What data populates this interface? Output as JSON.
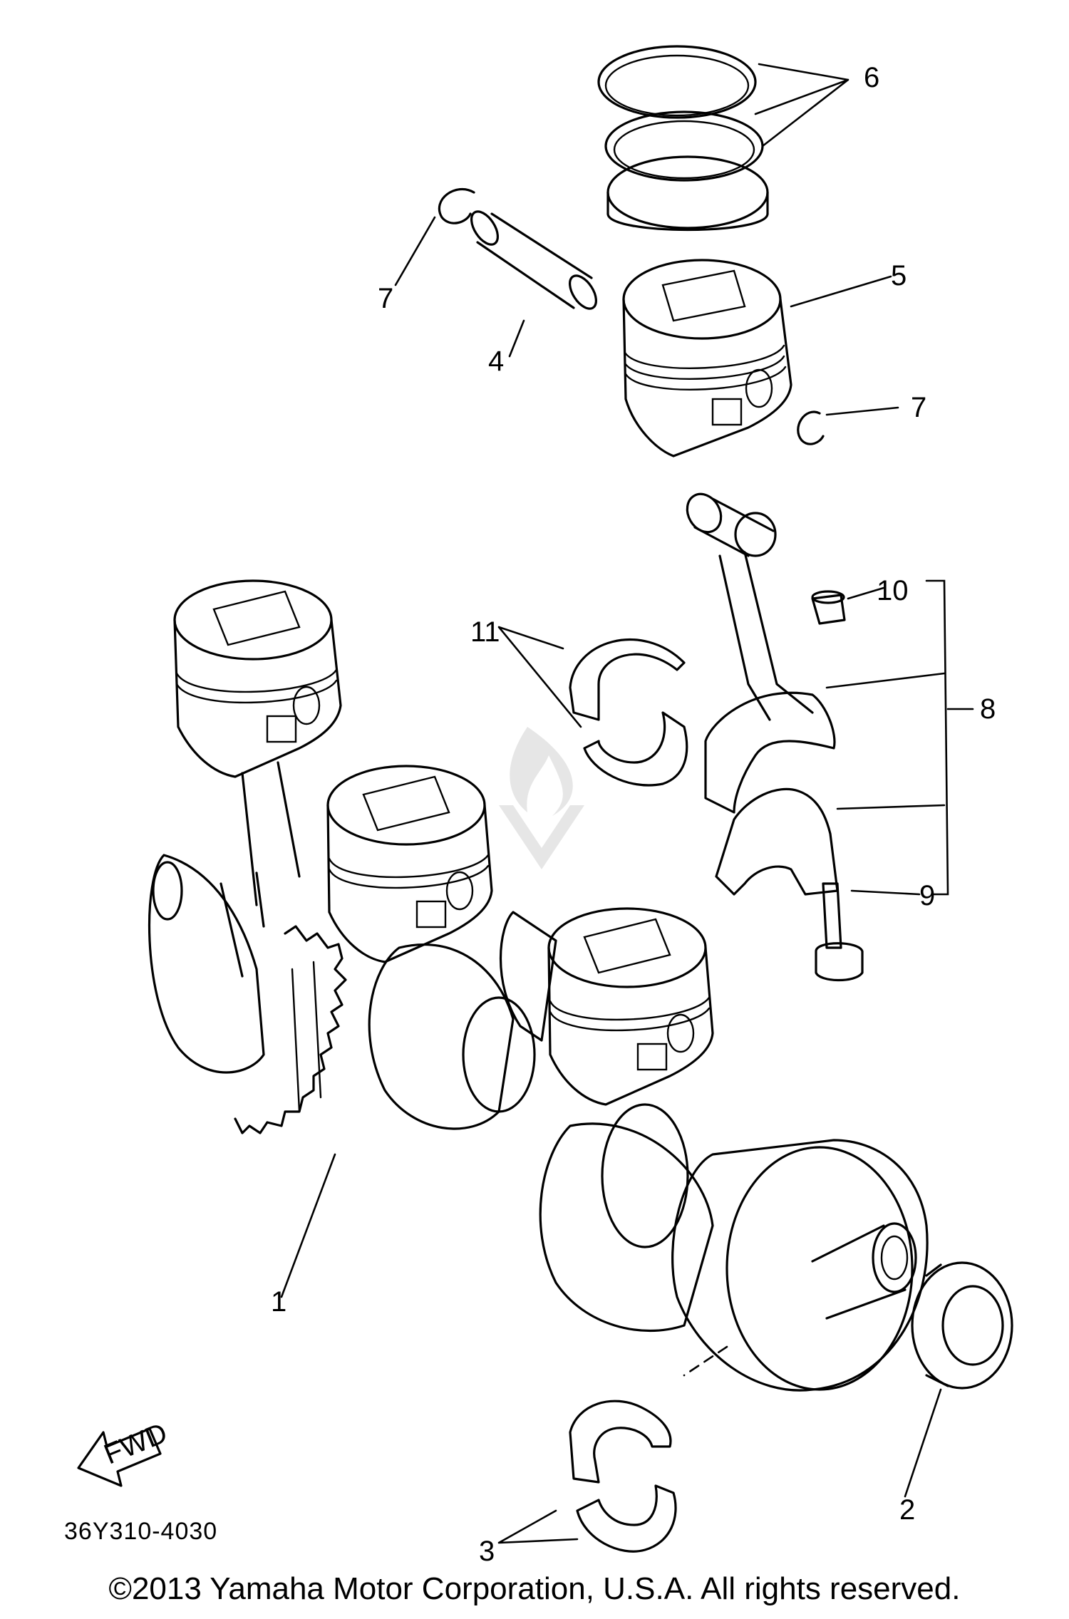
{
  "callouts": {
    "c1": "1",
    "c2": "2",
    "c3": "3",
    "c4": "4",
    "c5": "5",
    "c6": "6",
    "c7a": "7",
    "c7b": "7",
    "c8": "8",
    "c9": "9",
    "c10": "10",
    "c11": "11"
  },
  "fwd_label": "FWD",
  "diagram_code": "36Y310-4030",
  "copyright": "©2013 Yamaha Motor Corporation, U.S.A. All rights reserved.",
  "icons": [
    "fwd-arrow-icon",
    "watermark-logo-icon"
  ]
}
